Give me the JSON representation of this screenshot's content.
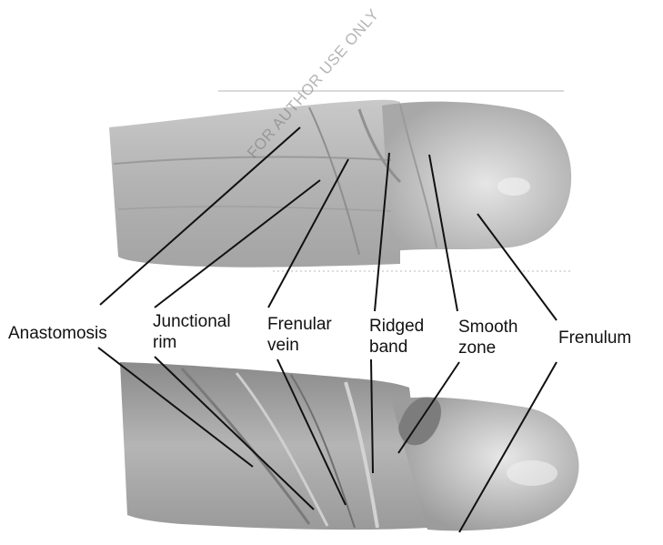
{
  "watermark": "FOR AUTHOR USE ONLY",
  "labels": {
    "anastomosis": "Anastomosis",
    "junctional_rim": [
      "Junctional",
      "rim"
    ],
    "frenular_vein": [
      "Frenular",
      "vein"
    ],
    "ridged_band": [
      "Ridged",
      "band"
    ],
    "smooth_zone": [
      "Smooth",
      "zone"
    ],
    "frenulum": "Frenulum"
  }
}
